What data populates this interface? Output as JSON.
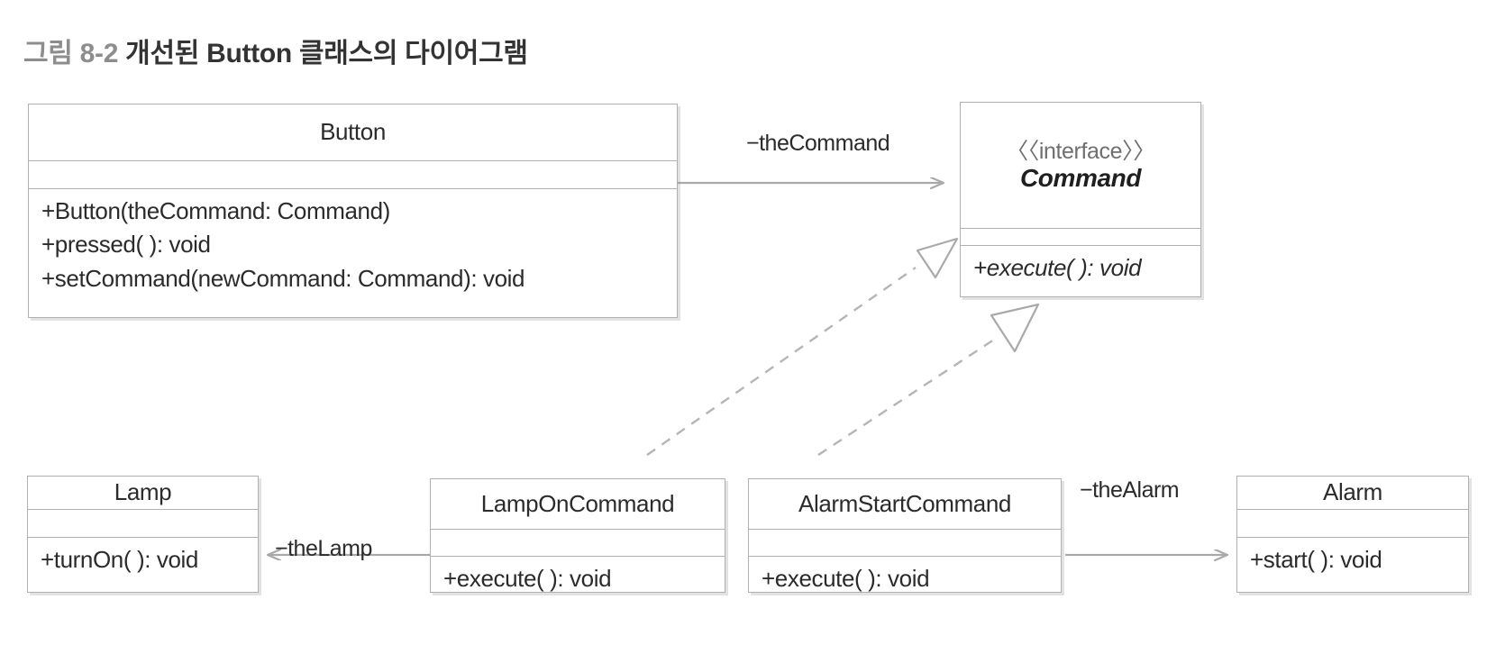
{
  "caption": {
    "number": "그림 8-2",
    "text": "개선된 Button 클래스의 다이어그램",
    "number_color": "#8d8d8d",
    "text_color": "#333333"
  },
  "palette": {
    "box_border": "#b0b0b0",
    "connector": "#a9a9a9",
    "text": "#2b2b2b",
    "stereotype": "#6f6f6f",
    "background": "#ffffff"
  },
  "classes": {
    "button": {
      "name": "Button",
      "stereotype": "",
      "attributes": [],
      "operations": [
        "+Button(theCommand: Command)",
        "+pressed( ): void",
        "+setCommand(newCommand: Command): void"
      ]
    },
    "command": {
      "name": "Command",
      "stereotype": "《 interface 》",
      "stereotype_open": "〈〈",
      "stereotype_word": "interface",
      "stereotype_close": "〉〉",
      "attributes": [],
      "operations": [
        "+execute( ): void"
      ]
    },
    "lamp": {
      "name": "Lamp",
      "attributes": [],
      "operations": [
        "+turnOn( ): void"
      ]
    },
    "lamp_on_command": {
      "name": "LampOnCommand",
      "attributes": [],
      "operations": [
        "+execute( ): void"
      ]
    },
    "alarm_start_command": {
      "name": "AlarmStartCommand",
      "attributes": [],
      "operations": [
        "+execute( ): void"
      ]
    },
    "alarm": {
      "name": "Alarm",
      "attributes": [],
      "operations": [
        "+start( ): void"
      ]
    }
  },
  "edges": {
    "button_to_command": {
      "label": "−theCommand",
      "type": "association",
      "from": "Button",
      "to": "Command"
    },
    "lamp_on_command_to_command": {
      "label": "",
      "type": "realization",
      "from": "LampOnCommand",
      "to": "Command"
    },
    "alarm_start_command_to_command": {
      "label": "",
      "type": "realization",
      "from": "AlarmStartCommand",
      "to": "Command"
    },
    "lamp_on_command_to_lamp": {
      "label": "−theLamp",
      "type": "association",
      "from": "LampOnCommand",
      "to": "Lamp"
    },
    "alarm_start_command_to_alarm": {
      "label": "−theAlarm",
      "type": "association",
      "from": "AlarmStartCommand",
      "to": "Alarm"
    }
  }
}
